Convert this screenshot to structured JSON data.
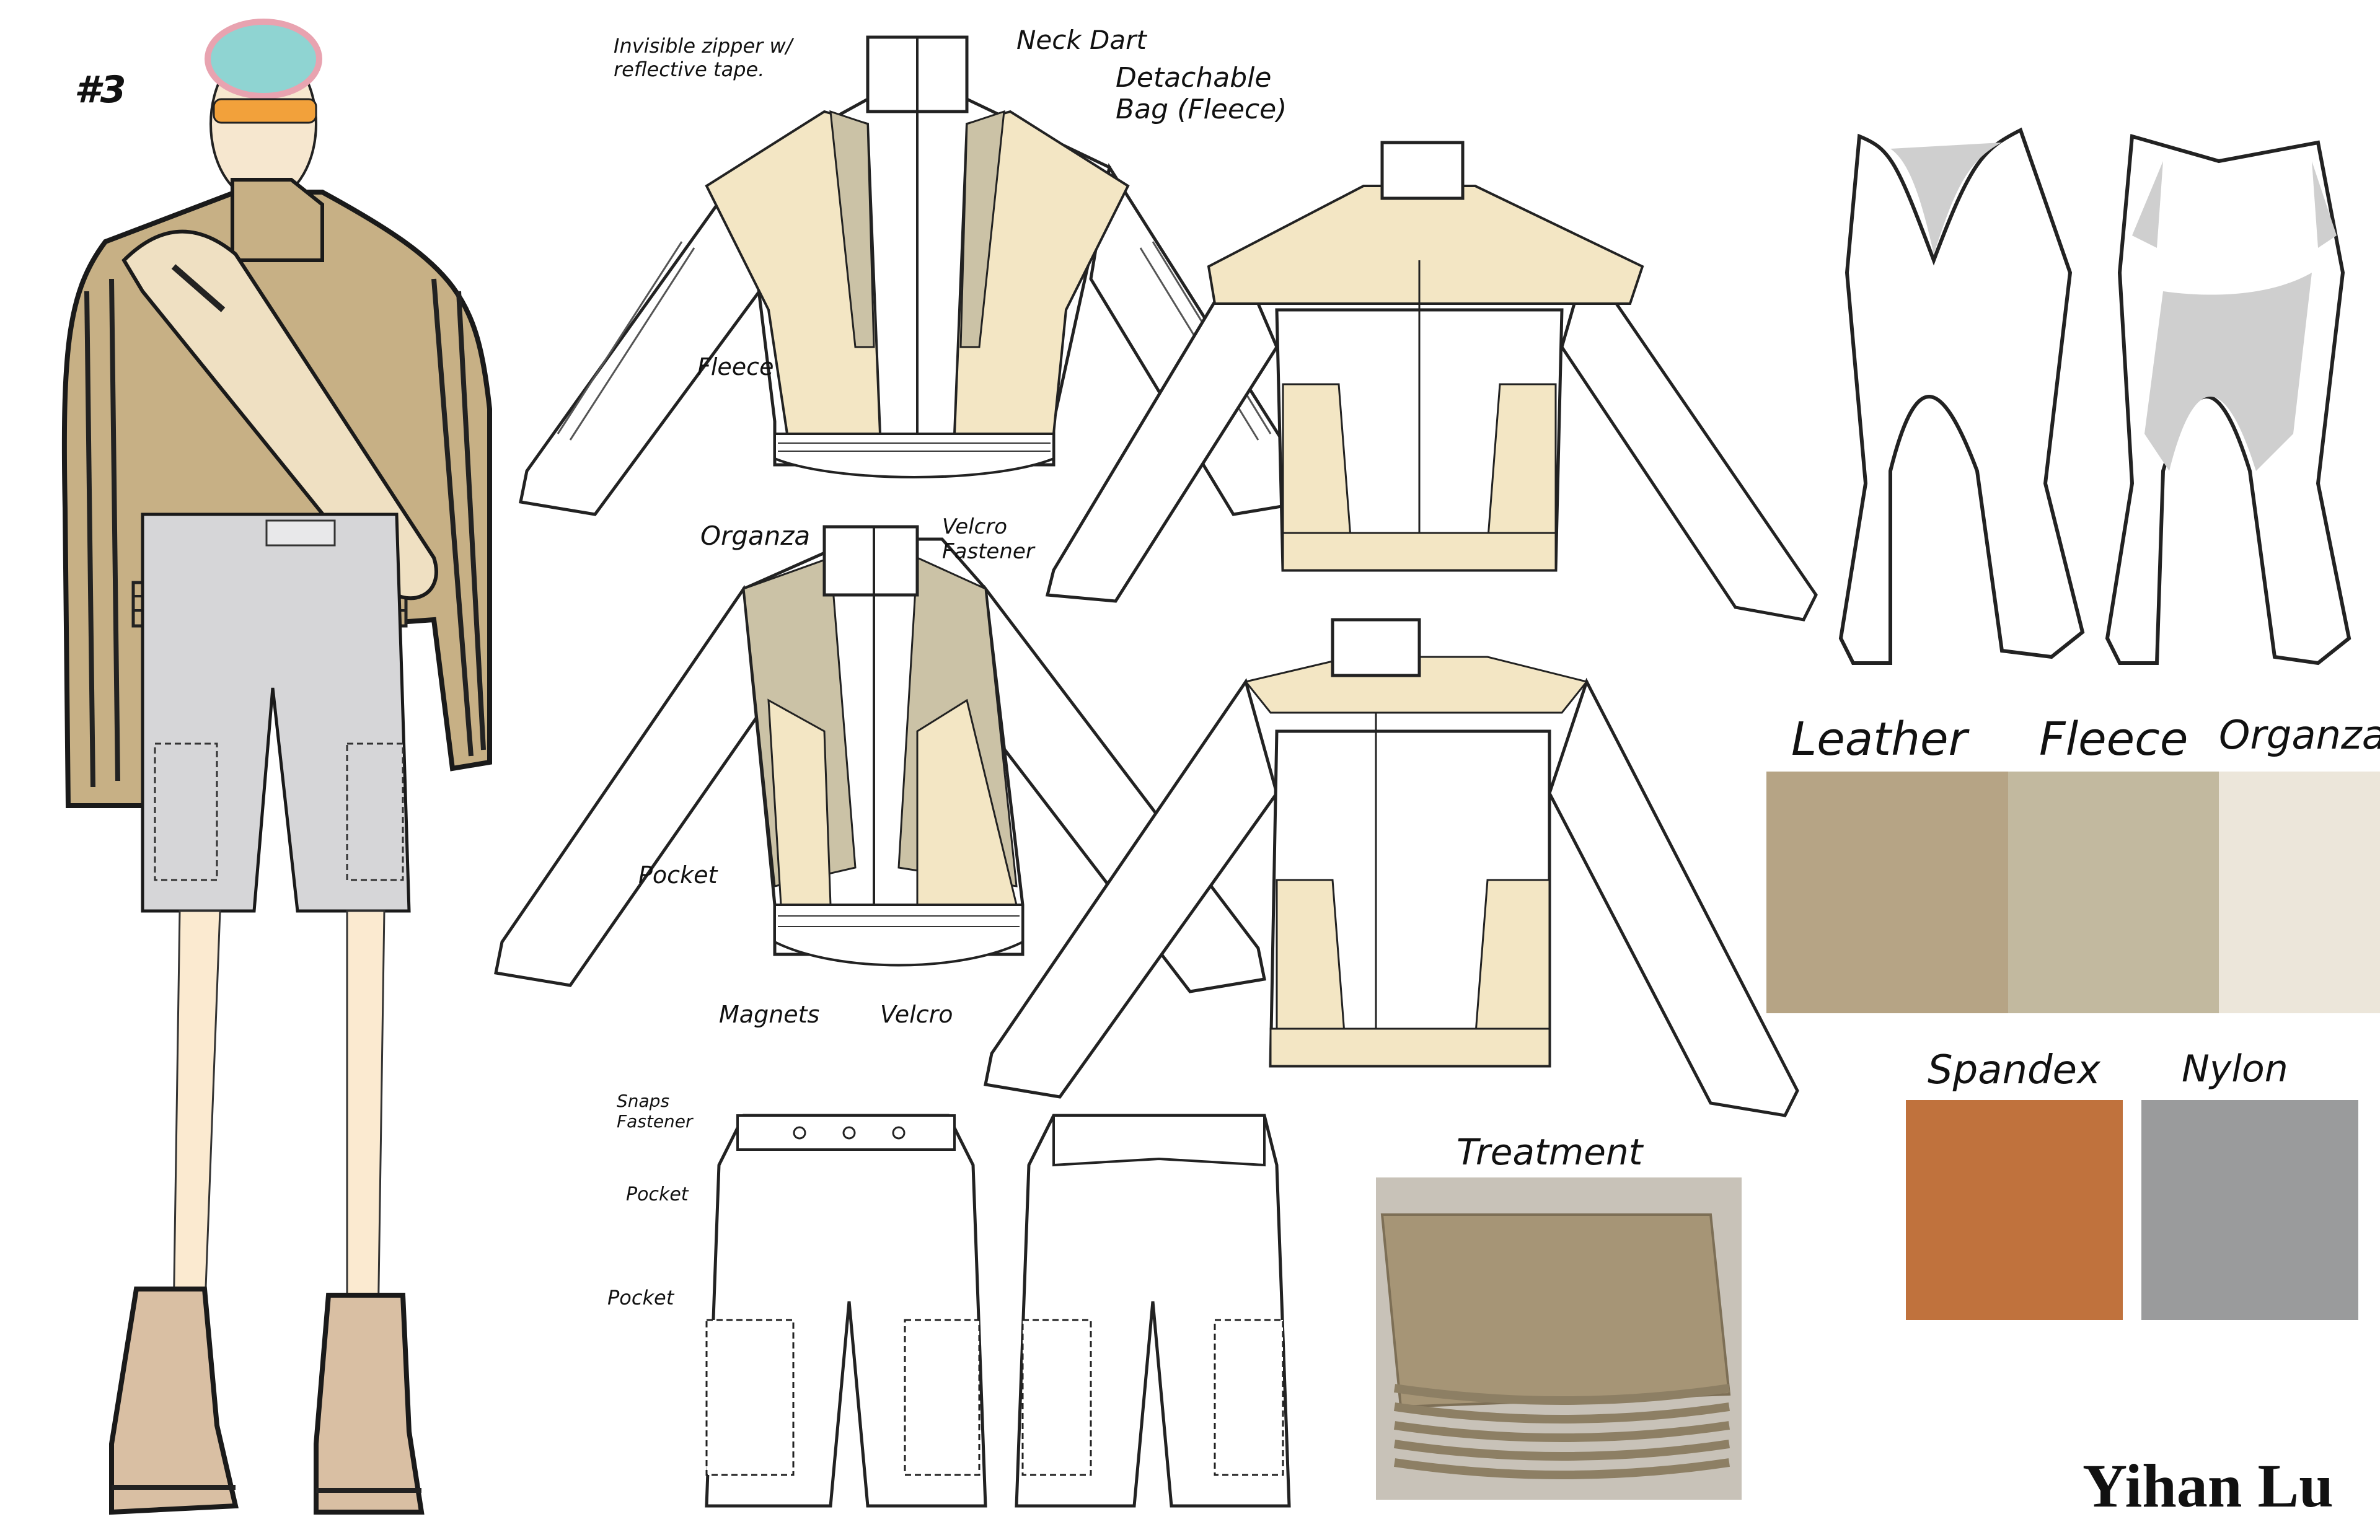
{
  "look_number": "#3",
  "designer": "Yihan Lu",
  "annotations": {
    "invisible_zipper": "Invisible zipper w/ reflective tape.",
    "neck_dart": "Neck Dart",
    "detachable_bag": "Detachable Bag (Fleece)",
    "fleece": "Fleece",
    "organza": "Organza",
    "velcro_fastener": "Velcro Fastener",
    "pocket_jacket": "Pocket",
    "magnets": "Magnets",
    "velcro": "Velcro",
    "snaps_fastener": "Snaps Fastener",
    "pocket_shorts_1": "Pocket",
    "pocket_shorts_2": "Pocket",
    "treatment": "Treatment"
  },
  "fabrics": [
    {
      "name": "Leather",
      "color": "#b6a485"
    },
    {
      "name": "Fleece",
      "color": "#c2b99f"
    },
    {
      "name": "Organza",
      "color": "#ece6da"
    },
    {
      "name": "Spandex",
      "color": "#c0723d"
    },
    {
      "name": "Nylon",
      "color": "#9a9b9c"
    }
  ],
  "colors": {
    "jacket_tan": "#c7b085",
    "fleece_cream": "#f3e6c4",
    "taupe_panel": "#cbc2a6",
    "shorts_grey": "#d6d6d8",
    "tank_rust": "#b86a48",
    "bodysuit_grey": "#cfcfcf"
  }
}
